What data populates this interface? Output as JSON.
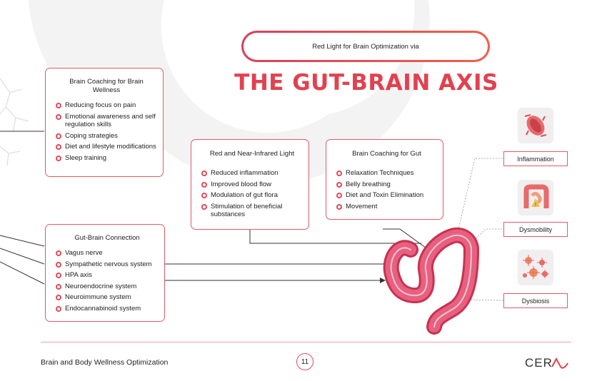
{
  "banner": {
    "subtitle": "Red Light for Brain Optimization via",
    "title": "THE GUT-BRAIN AXIS"
  },
  "brain_coaching_wellness": {
    "title_line1": "Brain Coaching for Brain",
    "title_line2": "Wellness",
    "items": [
      "Reducing focus on pain",
      "Emotional awareness and self regulation skills",
      "Coping strategies",
      "Diet and lifestyle modifications",
      "Sleep training"
    ]
  },
  "red_light": {
    "title": "Red and Near-Infrared Light",
    "items": [
      "Reduced inflammation",
      "Improved blood flow",
      "Modulation of gut flora",
      "Stimulation of beneficial substances"
    ]
  },
  "gut_coaching": {
    "title": "Brain Coaching for Gut",
    "items": [
      "Relaxation Techniques",
      "Belly breathing",
      "Diet and Toxin Elimination",
      "Movement"
    ]
  },
  "gut_brain_connection": {
    "title": "Gut-Brain Connection",
    "items": [
      "Vagus nerve",
      "Sympathetic nervous system",
      "HPA axis",
      "Neuroendocrine system",
      "Neuroimmune system",
      "Endocannabinoid system"
    ]
  },
  "conditions": {
    "inflammation": "Inflammation",
    "dysmobility": "Dysmobility",
    "dysbiosis": "Dysbiosis"
  },
  "icons": {
    "inflammation": "inflamed-tissue-icon",
    "dysmobility": "intestine-alert-icon",
    "dysbiosis": "bacteria-icon",
    "organ": "colon-illustration"
  },
  "footer": {
    "left": "Brain and Body Wellness Optimization",
    "page": "11",
    "brand": "CERA"
  },
  "colors": {
    "accent": "#e2414e",
    "accent_light": "#f25e4a",
    "organ": "#e14b6a"
  }
}
